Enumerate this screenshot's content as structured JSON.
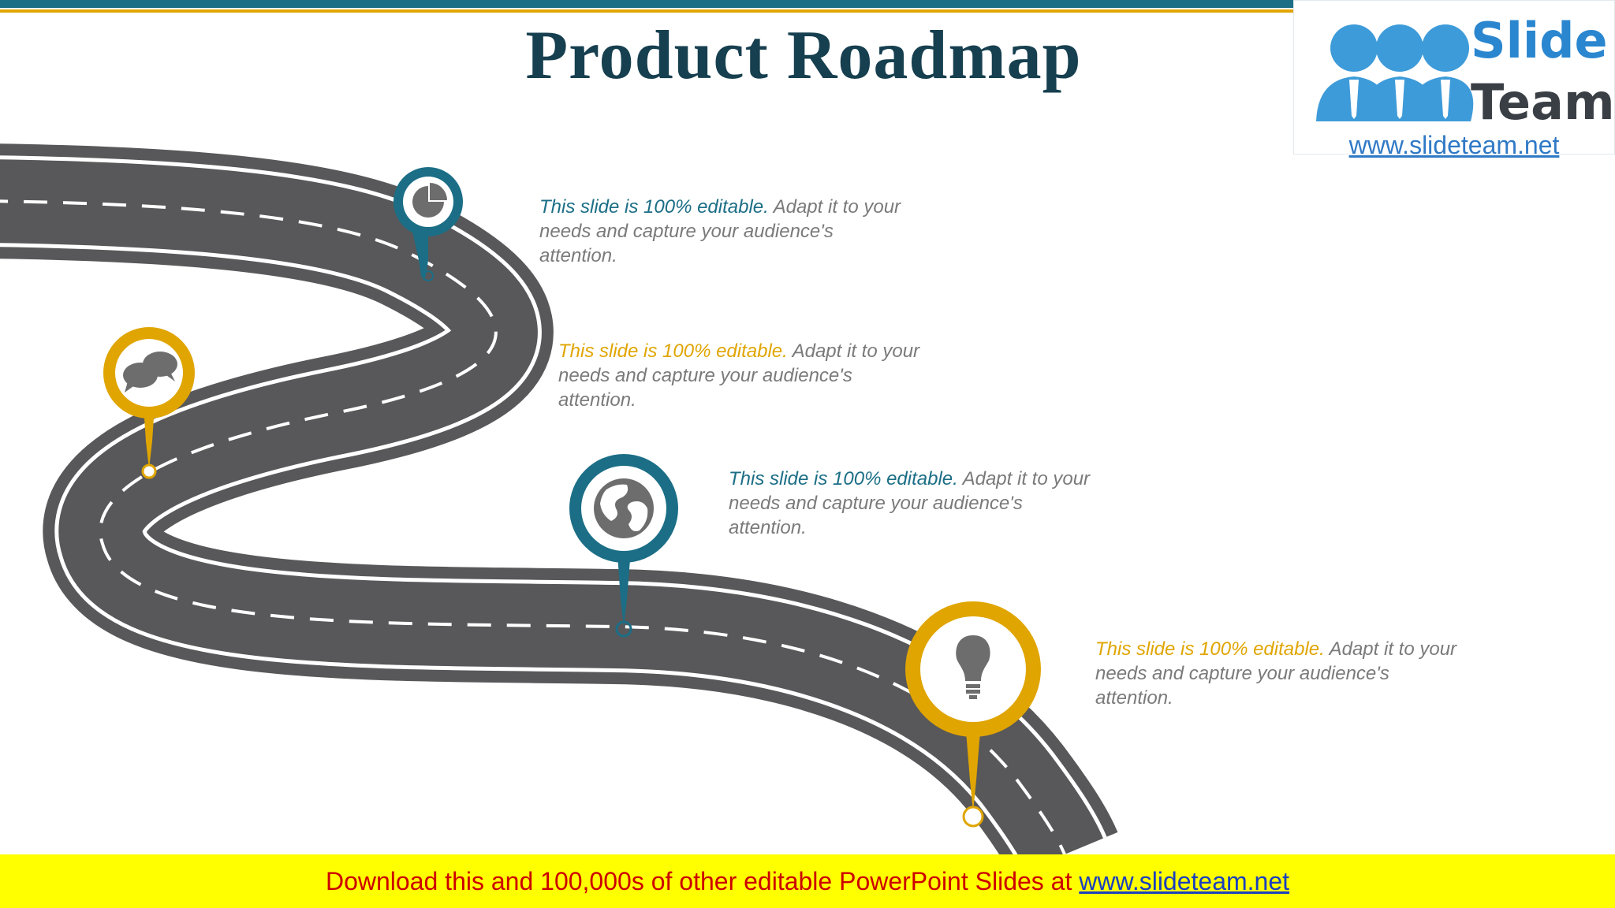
{
  "slide": {
    "title": "Product Roadmap"
  },
  "logo": {
    "word1": "Slide",
    "word2": "Team",
    "url": "www.slideteam.net"
  },
  "milestones": [
    {
      "icon": "pie-chart-icon",
      "color": "#1b6e86",
      "highlight": "This slide is 100% editable.",
      "body": " Adapt it to your needs and capture your audience's attention."
    },
    {
      "icon": "speech-bubbles-icon",
      "color": "#e0a500",
      "highlight": "This slide is 100% editable.",
      "body": " Adapt it to your needs and capture your audience's attention."
    },
    {
      "icon": "globe-icon",
      "color": "#1b6e86",
      "highlight": "This slide is 100% editable.",
      "body": " Adapt it to your needs and capture your audience's attention."
    },
    {
      "icon": "lightbulb-icon",
      "color": "#e0a500",
      "highlight": "This slide is 100% editable.",
      "body": " Adapt it to your needs and capture your audience's attention."
    }
  ],
  "footer": {
    "text": "Download this and 100,000s of other editable PowerPoint Slides at ",
    "link": "www.slideteam.net"
  },
  "colors": {
    "teal": "#1b6e86",
    "gold": "#e0a500",
    "road": "#58585a",
    "title": "#163f4f",
    "footer_bg": "#ffff00",
    "footer_text": "#cc0000"
  }
}
